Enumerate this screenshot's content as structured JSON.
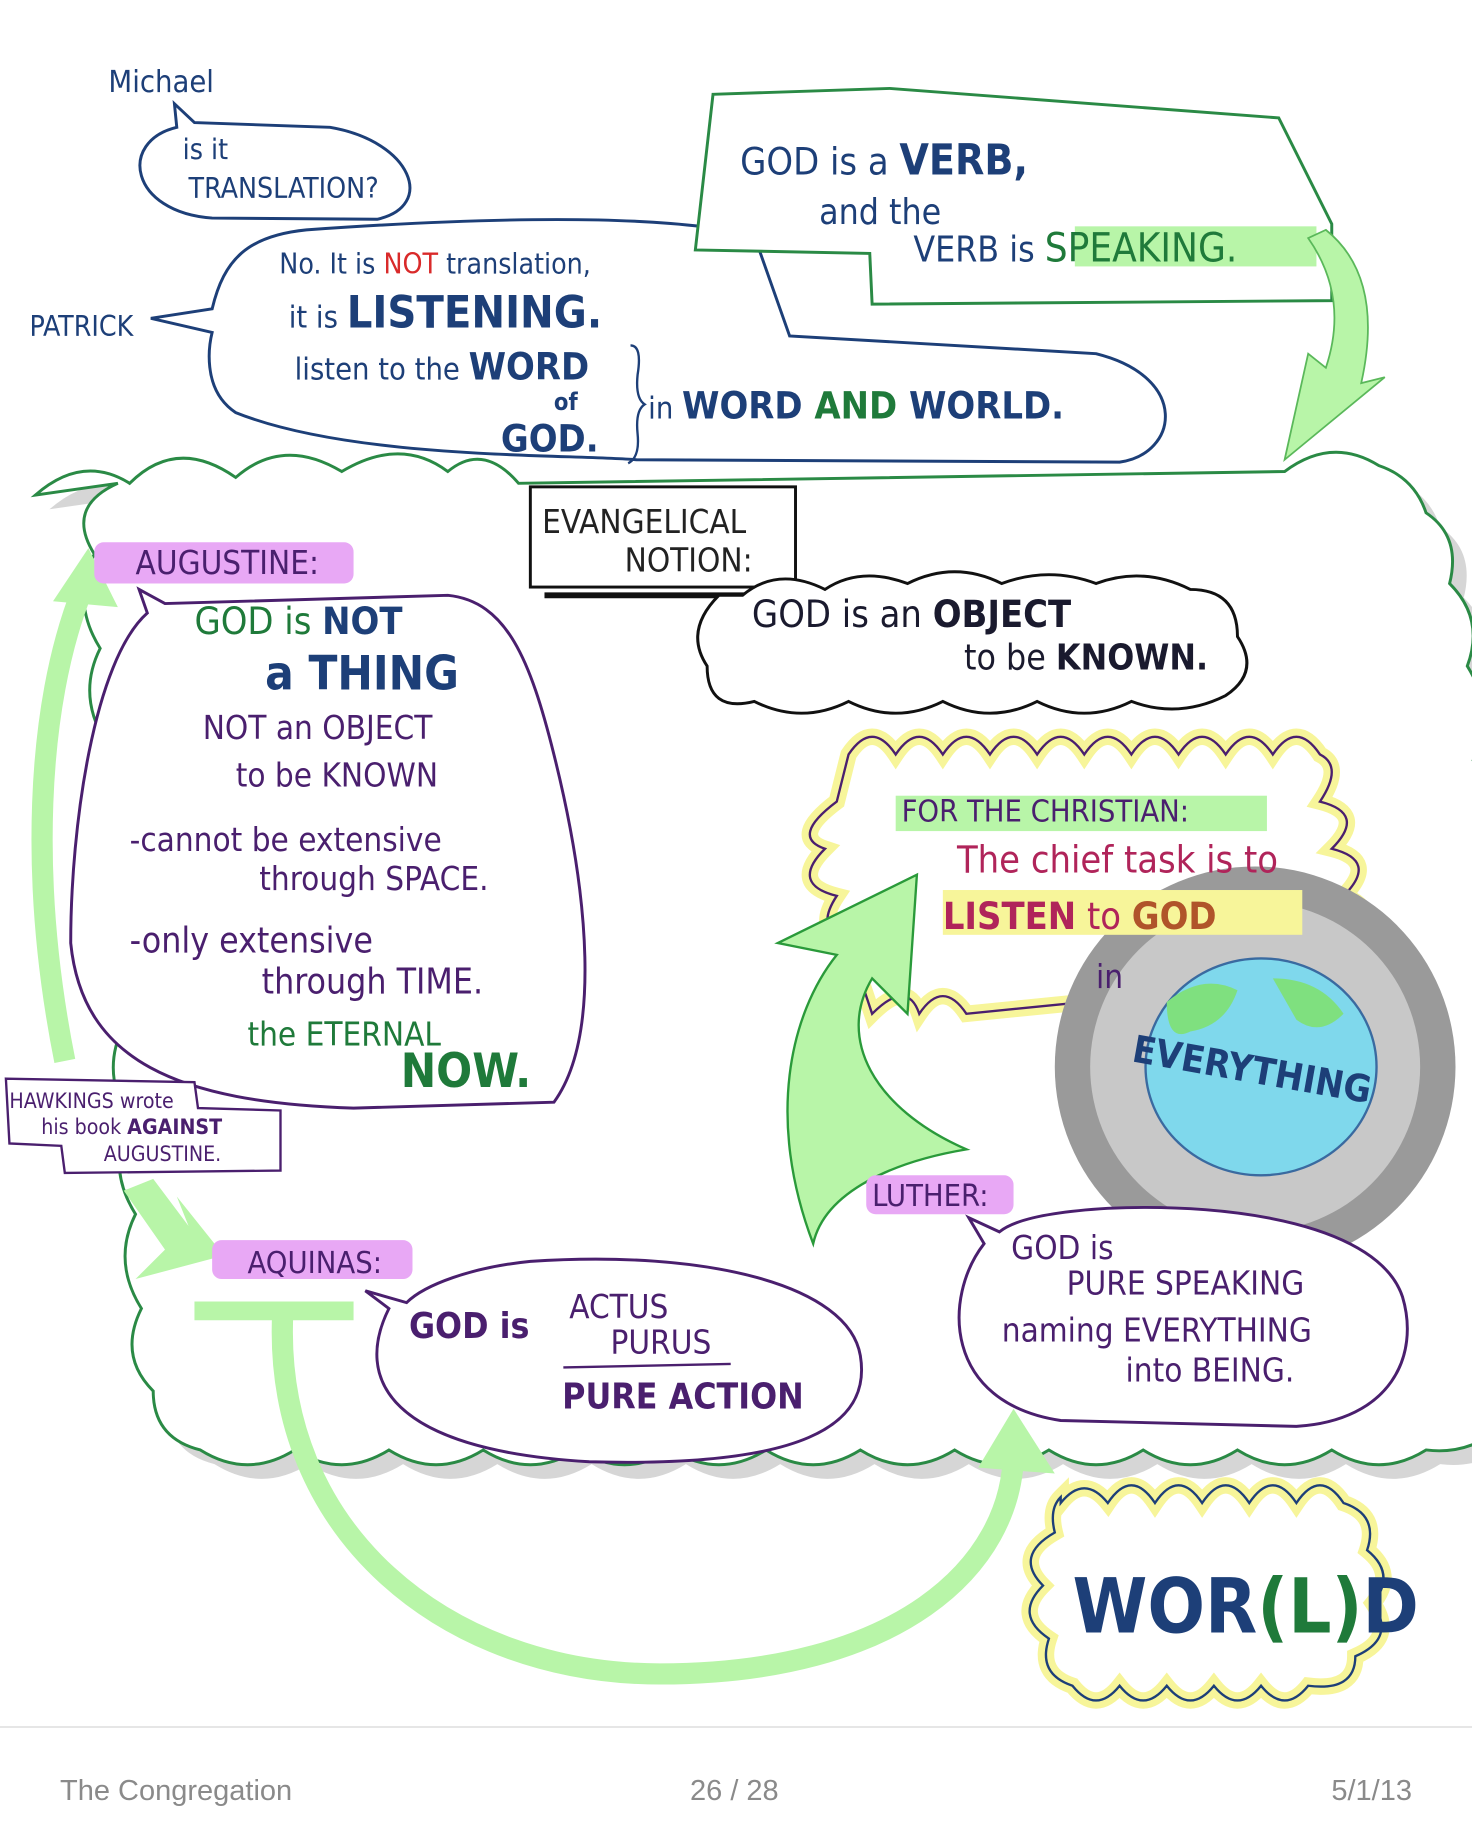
{
  "colors": {
    "navy": "#1d3f78",
    "purple": "#4a1f6e",
    "green": "#1f7a3a",
    "highlight_green": "#b8f5a8",
    "highlight_purple": "#e8a8f5",
    "highlight_yellow": "#f7f59a",
    "red": "#d92a2a"
  },
  "top": {
    "michael": "Michael",
    "michael_q1": "is it",
    "michael_q2": "TRANSLATION?",
    "patrick": "PATRICK",
    "p1a": "No. It is ",
    "p1b": "NOT",
    "p1c": " translation,",
    "p2a": "it is ",
    "p2b": "LISTENING.",
    "p3a": "listen to the ",
    "p3b": "WORD",
    "p4": "of",
    "p5": "GOD.",
    "p6a": "in ",
    "p6b": "WORD",
    "p6c": " AND ",
    "p6d": "WORLD.",
    "verb1a": "GOD is a ",
    "verb1b": "VERB,",
    "verb2": "and the",
    "verb3a": "VERB is ",
    "verb3b": "SPEAKING."
  },
  "evangelical": {
    "label1": "EVANGELICAL",
    "label2": "NOTION:",
    "line1a": "GOD is an ",
    "line1b": "OBJECT",
    "line2a": "to be ",
    "line2b": "KNOWN."
  },
  "augustine": {
    "label": "AUGUSTINE:",
    "l1a": "GOD is ",
    "l1b": "NOT",
    "l2": "a THING",
    "l3": "NOT an OBJECT",
    "l4": "to be KNOWN",
    "l5": "-cannot be extensive",
    "l6": "through SPACE.",
    "l7": "-only extensive",
    "l8": "through TIME.",
    "l9": "the ETERNAL",
    "l10": "NOW."
  },
  "hawkings": {
    "l1": "HAWKINGS wrote",
    "l2a": "his book ",
    "l2b": "AGAINST",
    "l3": "AUGUSTINE."
  },
  "aquinas": {
    "label": "AQUINAS:",
    "god_is": "GOD is",
    "actus": "ACTUS",
    "purus": "PURUS",
    "pure_action": "PURE ACTION"
  },
  "christian": {
    "label": "FOR THE CHRISTIAN:",
    "l1": "The chief task is to",
    "l2a": "LISTEN",
    "l2b": " to ",
    "l2c": "GOD",
    "l3": "in",
    "everything": "EVERYTHING"
  },
  "luther": {
    "label": "LUTHER:",
    "l1": "GOD is",
    "l2": "PURE SPEAKING",
    "l3": "naming EVERYTHING",
    "l4": "into BEING."
  },
  "world": {
    "a": "WOR",
    "b": "(L)",
    "c": "D"
  },
  "footer": {
    "title": "The Congregation",
    "page": "26 / 28",
    "date": "5/1/13"
  }
}
